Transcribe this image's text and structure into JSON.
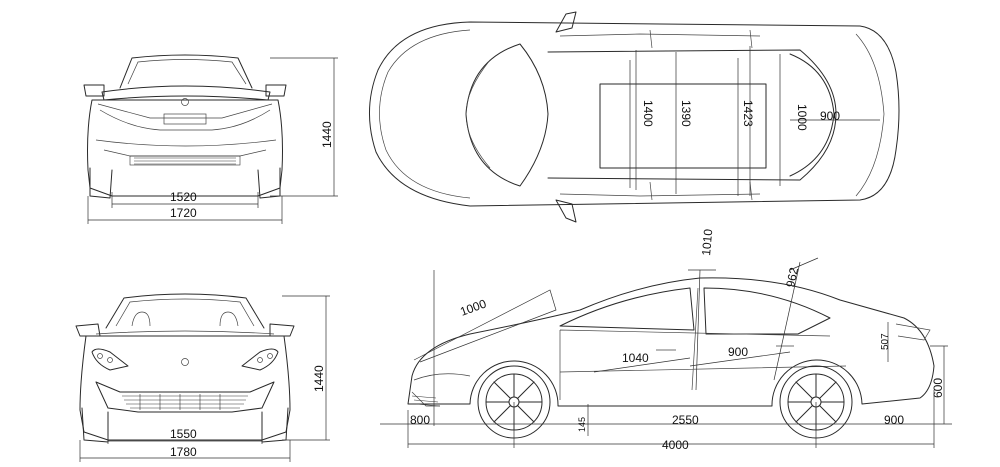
{
  "rear_view": {
    "height": "1440",
    "track": "1520",
    "width": "1720"
  },
  "front_view": {
    "height": "1440",
    "track": "1550",
    "width": "1780"
  },
  "top_view": {
    "dim_1400": "1400",
    "dim_1390": "1390",
    "dim_1423": "1423",
    "dim_1000": "1000",
    "dim_900": "900"
  },
  "side_view": {
    "hood": "1000",
    "front_head": "1010",
    "rear_head": "962",
    "front_seat": "1040",
    "rear_seat": "900",
    "trunk": "507",
    "front_overhang": "800",
    "wheelbase": "2550",
    "rear_overhang": "900",
    "length": "4000",
    "ground_clearance": "145",
    "rear_height": "600"
  },
  "colors": {
    "line": "#2a2a2a",
    "background": "#ffffff"
  }
}
